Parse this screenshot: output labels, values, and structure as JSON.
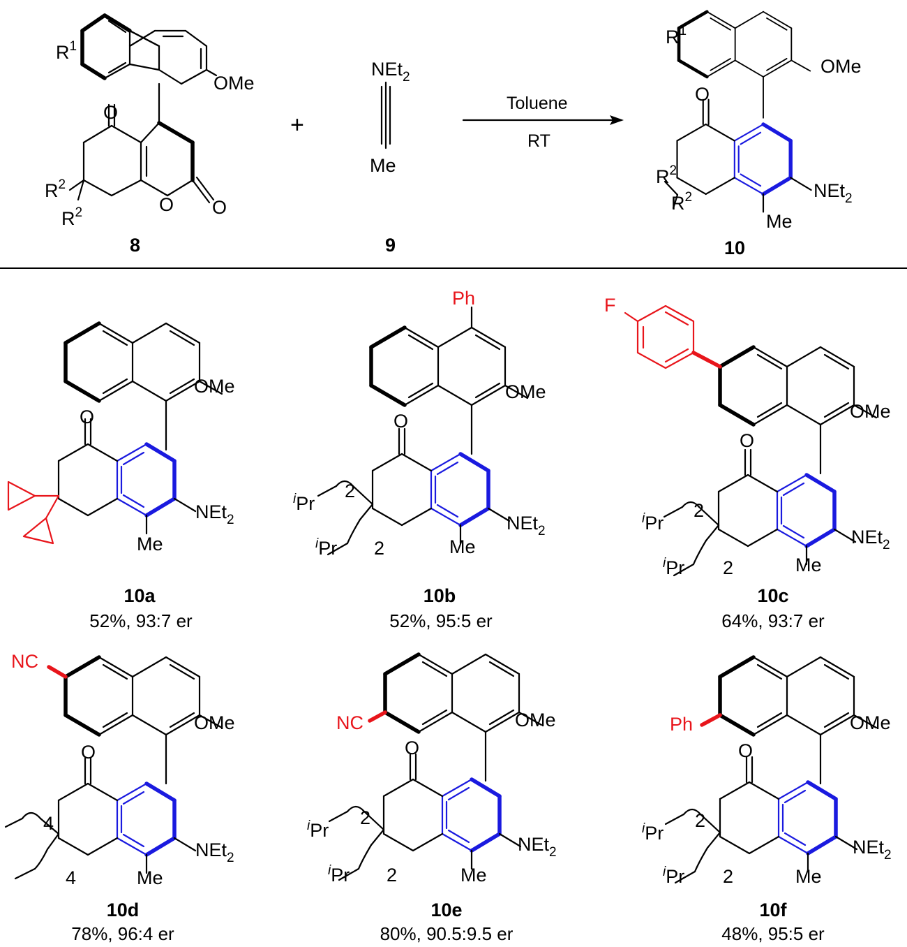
{
  "scheme": {
    "reactant_label": "8",
    "alkyne_label": "9",
    "product_label": "10",
    "plus": "+",
    "condition_top": "Toluene",
    "condition_bottom": "RT",
    "reactant_groups": {
      "r1": "R",
      "r1_sup": "1",
      "r2": "R",
      "r2_sup": "2",
      "ome": "OMe",
      "o": "O"
    },
    "alkyne_groups": {
      "net": "NEt",
      "net_sub": "2",
      "me": "Me"
    },
    "product_groups": {
      "net": "NEt",
      "net_sub": "2",
      "me": "Me",
      "ome": "OMe",
      "o": "O"
    }
  },
  "common": {
    "ome": "OMe",
    "o": "O",
    "net": "NEt",
    "net_sub": "2",
    "me": "Me",
    "ipr_i": "i",
    "ipr": "Pr",
    "two": "2",
    "four": "4",
    "nc": "NC",
    "ph": "Ph",
    "f": "F"
  },
  "products": [
    {
      "id": "10a",
      "label": "10a",
      "yield": "52%, 93:7 er"
    },
    {
      "id": "10b",
      "label": "10b",
      "yield": "52%, 95:5 er"
    },
    {
      "id": "10c",
      "label": "10c",
      "yield": "64%, 93:7 er"
    },
    {
      "id": "10d",
      "label": "10d",
      "yield": "78%, 96:4 er"
    },
    {
      "id": "10e",
      "label": "10e",
      "yield": "80%, 90.5:9.5 er"
    },
    {
      "id": "10f",
      "label": "10f",
      "yield": "48%, 95:5 er"
    }
  ],
  "colors": {
    "highlight_blue": "#1a1adf",
    "highlight_red": "#e8151b"
  }
}
